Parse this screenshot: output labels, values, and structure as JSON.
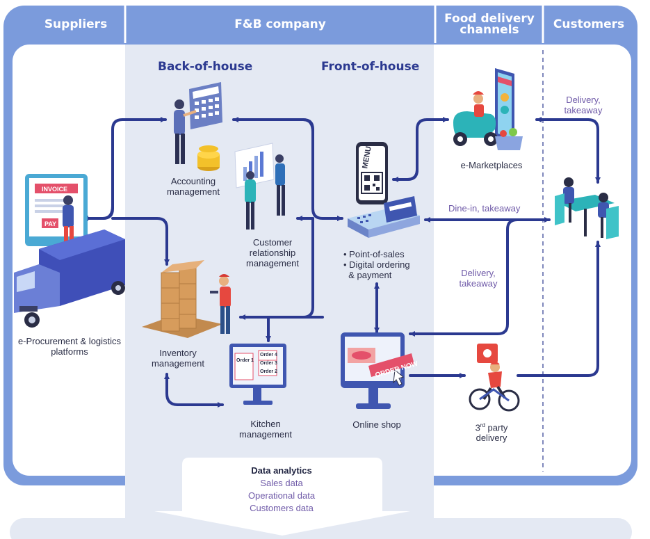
{
  "headers": {
    "suppliers": "Suppliers",
    "company": "F&B company",
    "channels": "Food delivery channels",
    "customers": "Customers"
  },
  "subheaders": {
    "back": "Back-of-house",
    "front": "Front-of-house"
  },
  "nodes": {
    "accounting": "Accounting management",
    "crm": "Customer relationship management",
    "inventory": "Inventory management",
    "kitchen": "Kitchen management",
    "pos": [
      "• Point-of-sales",
      "• Digital ordering",
      "  & payment"
    ],
    "online_shop": "Online shop",
    "eprocurement": "e-Procurement & logistics platforms",
    "emarketplaces": "e-Marketplaces",
    "third_party_lead": "3",
    "third_party_sup": "rd",
    "third_party_rest": " party",
    "third_party_line2": "delivery"
  },
  "flow_labels": {
    "delivery_top": "Delivery, takeaway",
    "dine_in": "Dine-in, takeaway",
    "delivery_mid": "Delivery, takeaway"
  },
  "analytics": {
    "title": "Data analytics",
    "items": [
      "Sales data",
      "Operational data",
      "Customers data"
    ]
  },
  "illustration_text": {
    "invoice": "INVOICE",
    "pay": "PAY",
    "menu": "MENU",
    "order_now": "ORDER NOW",
    "order1": "Order 1",
    "order2": "Order 2",
    "order3": "Order 3",
    "order4": "Order 4"
  },
  "colors": {
    "band": "#7b9bdc",
    "panel": "#e4e9f3",
    "arrow": "#2b3990",
    "accent_text": "#6f5aa8"
  }
}
